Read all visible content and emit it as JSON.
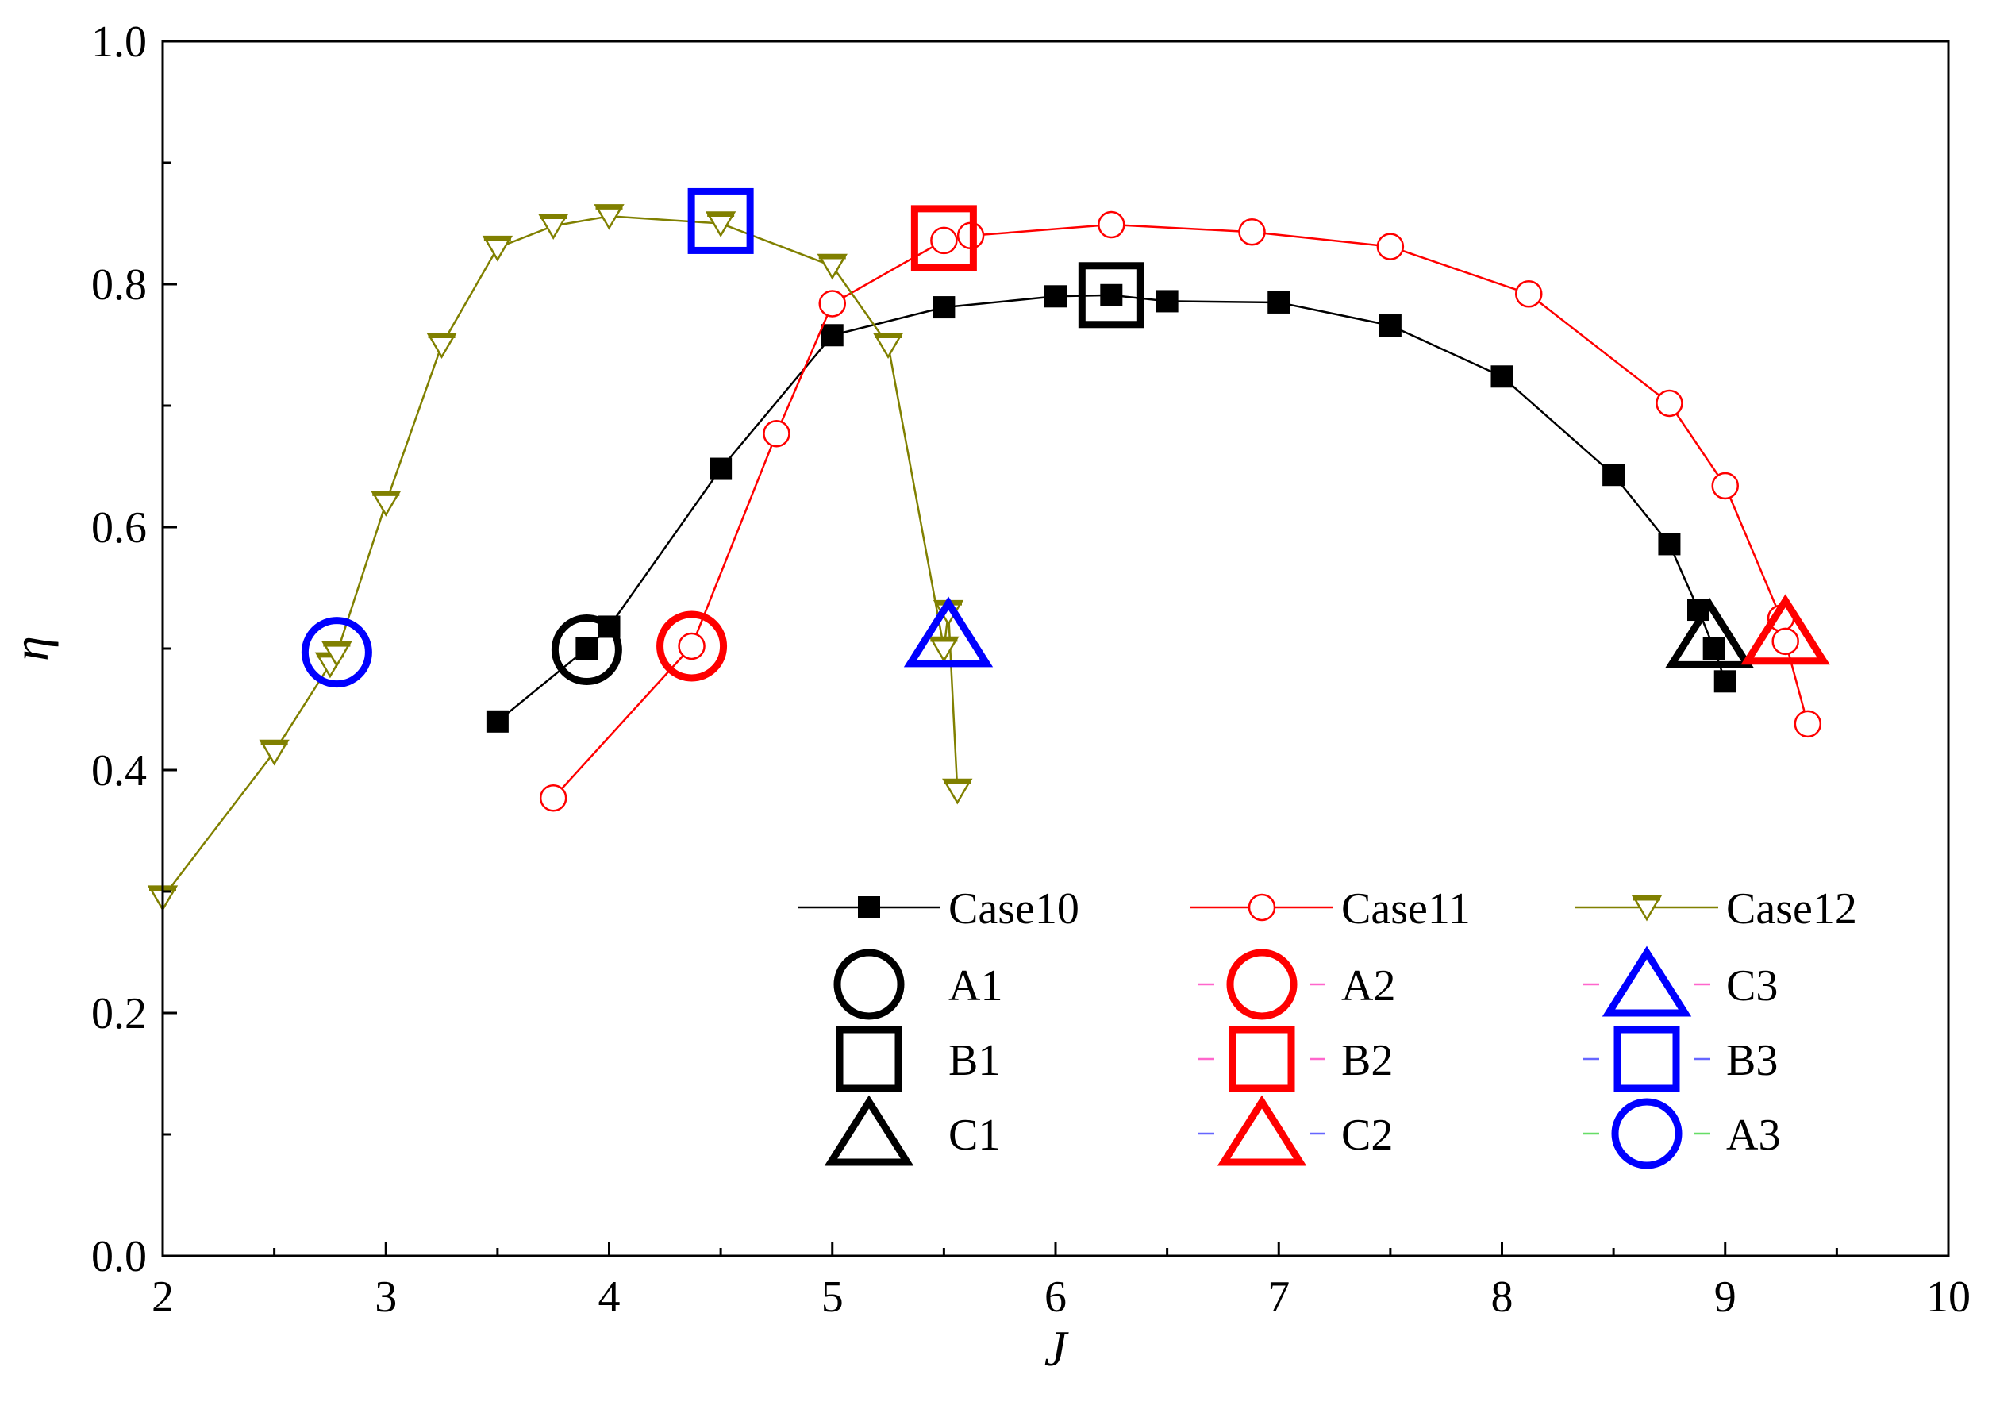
{
  "chart_data": {
    "type": "line",
    "title": "",
    "xlabel": "J",
    "ylabel": "η",
    "xlim": [
      2,
      10
    ],
    "ylim": [
      0.0,
      1.0
    ],
    "xticks": [
      "2",
      "3",
      "4",
      "5",
      "6",
      "7",
      "8",
      "9",
      "10"
    ],
    "yticks": [
      "0.0",
      "0.2",
      "0.4",
      "0.6",
      "0.8",
      "1.0"
    ],
    "grid": false,
    "legend_position": "lower-right",
    "series": [
      {
        "name": "Case10",
        "color": "#000000",
        "marker": "square-filled",
        "x": [
          3.5,
          3.9,
          4.0,
          4.5,
          5.0,
          5.5,
          6.0,
          6.25,
          6.5,
          7.0,
          7.5,
          8.0,
          8.5,
          8.75,
          8.88,
          8.95,
          9.0
        ],
        "y": [
          0.44,
          0.5,
          0.518,
          0.648,
          0.758,
          0.781,
          0.79,
          0.791,
          0.786,
          0.785,
          0.766,
          0.724,
          0.643,
          0.586,
          0.532,
          0.5,
          0.473
        ]
      },
      {
        "name": "Case11",
        "color": "#ff0000",
        "marker": "circle-open",
        "x": [
          3.75,
          4.37,
          4.75,
          5.0,
          5.5,
          5.62,
          6.25,
          6.88,
          7.5,
          8.12,
          8.75,
          9.0,
          9.25,
          9.27,
          9.37
        ],
        "y": [
          0.377,
          0.502,
          0.677,
          0.784,
          0.836,
          0.84,
          0.849,
          0.843,
          0.831,
          0.792,
          0.702,
          0.634,
          0.525,
          0.506,
          0.438
        ]
      },
      {
        "name": "Case12",
        "color": "#808000",
        "marker": "triangle-down-open",
        "x": [
          2.0,
          2.5,
          2.75,
          2.78,
          3.0,
          3.25,
          3.5,
          3.75,
          4.0,
          4.5,
          5.0,
          5.25,
          5.5,
          5.52,
          5.56
        ],
        "y": [
          0.295,
          0.415,
          0.487,
          0.496,
          0.62,
          0.75,
          0.83,
          0.848,
          0.856,
          0.85,
          0.815,
          0.75,
          0.5,
          0.53,
          0.383
        ]
      }
    ],
    "highlights": [
      {
        "name": "A1",
        "shape": "circle",
        "color": "#000000",
        "x": 3.9,
        "y": 0.499
      },
      {
        "name": "B1",
        "shape": "square",
        "color": "#000000",
        "x": 6.25,
        "y": 0.791
      },
      {
        "name": "C1",
        "shape": "triangle",
        "color": "#000000",
        "x": 8.93,
        "y": 0.505
      },
      {
        "name": "A2",
        "shape": "circle",
        "color": "#ff0000",
        "x": 4.37,
        "y": 0.502
      },
      {
        "name": "B2",
        "shape": "square",
        "color": "#ff0000",
        "x": 5.5,
        "y": 0.838
      },
      {
        "name": "C2",
        "shape": "triangle",
        "color": "#ff0000",
        "x": 9.27,
        "y": 0.508
      },
      {
        "name": "C3",
        "shape": "triangle",
        "color": "#0000ff",
        "x": 5.52,
        "y": 0.506
      },
      {
        "name": "B3",
        "shape": "square",
        "color": "#0000ff",
        "x": 4.5,
        "y": 0.852
      },
      {
        "name": "A3",
        "shape": "circle",
        "color": "#0000ff",
        "x": 2.78,
        "y": 0.497
      }
    ],
    "legend": {
      "rows": [
        [
          {
            "label": "Case10",
            "kind": "series",
            "series": 0
          },
          {
            "label": "Case11",
            "kind": "series",
            "series": 1
          },
          {
            "label": "Case12",
            "kind": "series",
            "series": 2
          }
        ],
        [
          {
            "label": "A1",
            "kind": "highlight",
            "shape": "circle",
            "color": "#000000",
            "dash": null
          },
          {
            "label": "A2",
            "kind": "highlight",
            "shape": "circle",
            "color": "#ff0000",
            "dash": "#ff66cc"
          },
          {
            "label": "C3",
            "kind": "highlight",
            "shape": "triangle",
            "color": "#0000ff",
            "dash": "#ff66cc"
          }
        ],
        [
          {
            "label": "B1",
            "kind": "highlight",
            "shape": "square",
            "color": "#000000",
            "dash": null
          },
          {
            "label": "B2",
            "kind": "highlight",
            "shape": "square",
            "color": "#ff0000",
            "dash": "#ff66cc"
          },
          {
            "label": "B3",
            "kind": "highlight",
            "shape": "square",
            "color": "#0000ff",
            "dash": "#6666ff"
          }
        ],
        [
          {
            "label": "C1",
            "kind": "highlight",
            "shape": "triangle",
            "color": "#000000",
            "dash": null
          },
          {
            "label": "C2",
            "kind": "highlight",
            "shape": "triangle",
            "color": "#ff0000",
            "dash": "#6666ff"
          },
          {
            "label": "A3",
            "kind": "highlight",
            "shape": "circle",
            "color": "#0000ff",
            "dash": "#66dd66"
          }
        ]
      ]
    }
  }
}
